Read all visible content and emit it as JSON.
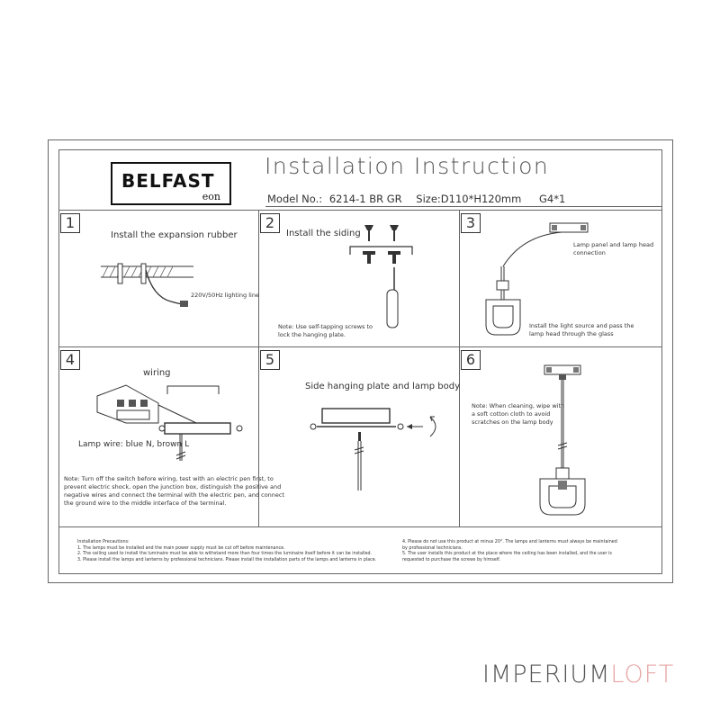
{
  "brand": {
    "name": "BELFAST",
    "sub": "eon"
  },
  "title": "Installation Instruction",
  "model": {
    "label": "Model No.:",
    "value": "6214-1 BR GR",
    "size_label": "Size:",
    "size_value": "D110*H120mm",
    "bulb": "G4*1"
  },
  "steps": [
    {
      "number": "1",
      "caption": "Install the expansion rubber",
      "sublabel": "220V/50Hz lighting line"
    },
    {
      "number": "2",
      "caption": "Install the siding",
      "note": [
        "Note: Use self-tapping screws to",
        "lock the hanging plate."
      ]
    },
    {
      "number": "3",
      "label_top": [
        "Lamp panel and lamp head",
        "connection"
      ],
      "label_bottom": [
        "Install the light source and pass the",
        "lamp head through the glass"
      ]
    },
    {
      "number": "4",
      "caption": "wiring",
      "sublabel": "Lamp wire: blue N, brown L",
      "note": [
        "Note: Turn off the switch before wiring, test with an electric pen first, to",
        "prevent electric shock, open the junction box, distinguish the positive and",
        "negative wires and connect the terminal with the electric pen, and connect",
        "the ground wire to the middle interface of the terminal."
      ]
    },
    {
      "number": "5",
      "caption": "Side hanging plate and lamp body"
    },
    {
      "number": "6",
      "note": [
        "Note: When cleaning, wipe with",
        "a soft cotton cloth to avoid",
        "scratches on the lamp body"
      ]
    }
  ],
  "precautions": {
    "left": [
      "Installation Precautions:",
      "1. The lamps must be installed and the main power supply must be cut off before maintenance.",
      "2. The ceiling used to install the luminaire must be able to withstand more than four times the luminaire itself before it can be installed.",
      "3. Please install the lamps and lanterns by professional technicians. Please install the installation parts of the lamps and lanterns in place."
    ],
    "right": [
      "4. Please do not use this product at minus 20°. The lamps and lanterns must always be maintained",
      "by professional technicians.",
      "5. The user installs this product at the place where the ceiling has been installed, and the user is",
      "requested to purchase the screws by himself."
    ]
  },
  "watermark": {
    "part1": "IMPERIUM",
    "part2": "LOFT",
    "color1": "#555555",
    "color2": "#e8a6a6"
  }
}
